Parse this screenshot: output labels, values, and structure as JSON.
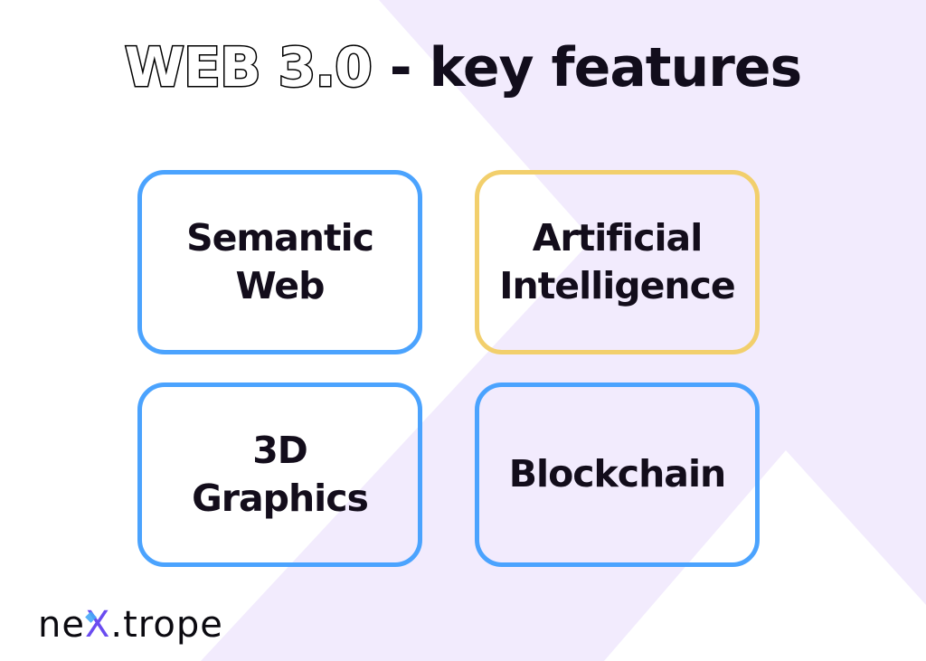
{
  "title": {
    "part1": "WEB 3.0",
    "part2": "- key features"
  },
  "cards": [
    {
      "lines": [
        "Semantic",
        "Web"
      ],
      "border": "#4ba3fe"
    },
    {
      "lines": [
        "Artificial",
        "Intelligence"
      ],
      "border": "#f2cf6c"
    },
    {
      "lines": [
        "3D",
        "Graphics"
      ],
      "border": "#4ba3fe"
    },
    {
      "lines": [
        "Blockchain"
      ],
      "border": "#4ba3fe"
    }
  ],
  "logo": {
    "pre": "ne",
    "x": "X",
    "post": ".trope"
  },
  "colors": {
    "background_shape": "#f2ebfd",
    "text": "#130d1b",
    "blue": "#4ba3fe",
    "yellow": "#f2cf6c"
  }
}
